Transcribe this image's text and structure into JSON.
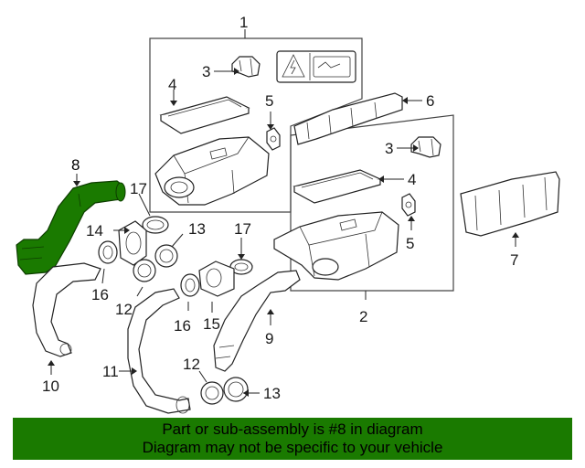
{
  "callouts": {
    "c1": "1",
    "c2": "2",
    "c3a": "3",
    "c3b": "3",
    "c4a": "4",
    "c4b": "4",
    "c5a": "5",
    "c5b": "5",
    "c6": "6",
    "c7": "7",
    "c8": "8",
    "c9": "9",
    "c10": "10",
    "c11": "11",
    "c12a": "12",
    "c12b": "12",
    "c13a": "13",
    "c13b": "13",
    "c14": "14",
    "c15": "15",
    "c16a": "16",
    "c16b": "16",
    "c17a": "17",
    "c17b": "17"
  },
  "highlight": {
    "part_number": "8",
    "color": "#1a7a00"
  },
  "banner": {
    "line1": "Part or sub-assembly is #8 in diagram",
    "line2": "Diagram may not be specific to your vehicle",
    "color": "#1a7a00"
  }
}
